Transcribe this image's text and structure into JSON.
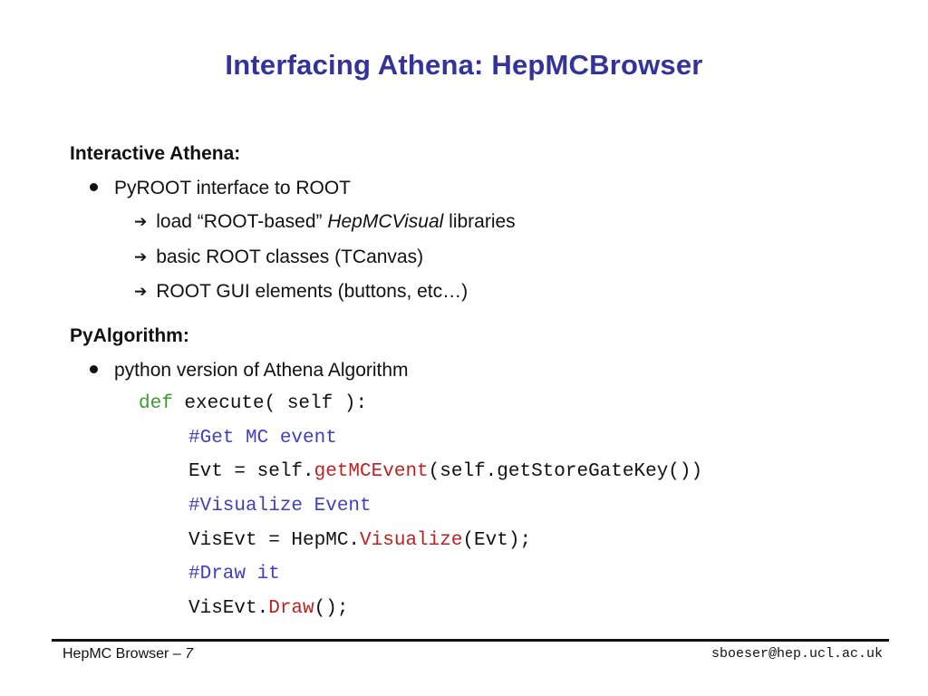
{
  "slide": {
    "title": "Interfacing Athena: HepMCBrowser",
    "section1": {
      "heading": "Interactive Athena:",
      "bullet": "PyROOT interface to ROOT",
      "subitems": {
        "item1_pre": "load “ROOT-based” ",
        "item1_em": "HepMCVisual",
        "item1_post": " libraries",
        "item2": "basic ROOT classes (TCanvas)",
        "item3": "ROOT GUI elements (buttons, etc…)"
      }
    },
    "section2": {
      "heading": "PyAlgorithm:",
      "bullet": "python version of Athena Algorithm"
    },
    "code": {
      "line1_kw": "def",
      "line1_rest": " execute( self ):",
      "line2": "#Get MC event",
      "line3_a": "Evt = self.",
      "line3_fn": "getMCEvent",
      "line3_b": "(self.getStoreGateKey())",
      "line4": "#Visualize Event",
      "line5_a": "VisEvt = HepMC.",
      "line5_fn": "Visualize",
      "line5_b": "(Evt);",
      "line6": "#Draw it",
      "line7_a": "VisEvt.",
      "line7_fn": "Draw",
      "line7_b": "();"
    },
    "footer": {
      "left_text": "HepMC Browser – ",
      "page_number": "7",
      "right_text": "sboeser@hep.ucl.ac.uk"
    },
    "colors": {
      "title": "#33339a",
      "keyword": "#3b9a2e",
      "comment": "#3f3fbf",
      "function": "#c02020"
    },
    "icons": {
      "bullet": "filled-circle",
      "subbullet": "right-arrow"
    }
  }
}
